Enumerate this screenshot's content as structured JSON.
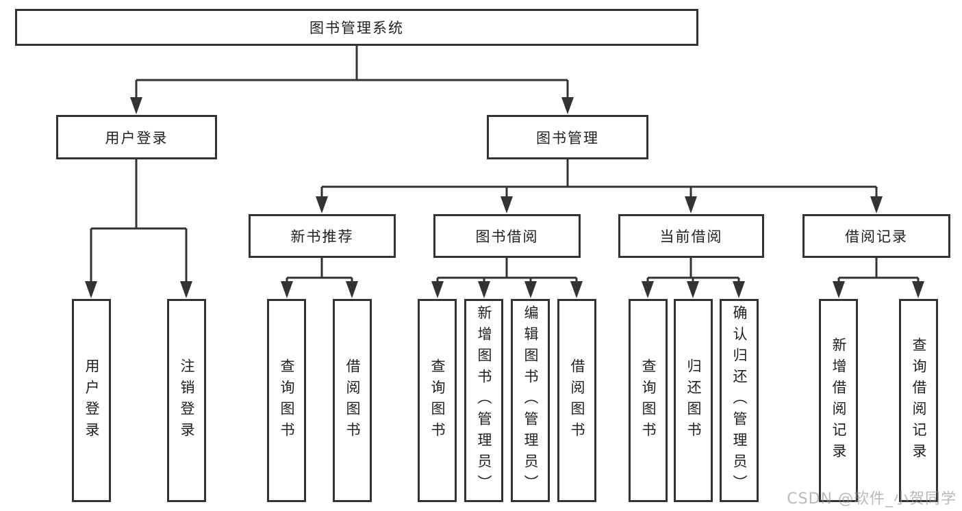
{
  "diagram": {
    "title": "图书管理系统",
    "nodes": {
      "root": {
        "label": "图书管理系统",
        "children": [
          "user_login",
          "book_mgmt"
        ]
      },
      "user_login": {
        "label": "用户登录",
        "children": [
          "user_login_leaf",
          "logout_leaf"
        ]
      },
      "book_mgmt": {
        "label": "图书管理",
        "children": [
          "new_book_rec",
          "book_borrow",
          "current_borrow",
          "borrow_records"
        ]
      },
      "new_book_rec": {
        "label": "新书推荐",
        "children": [
          "nb_query",
          "nb_borrow"
        ]
      },
      "book_borrow": {
        "label": "图书借阅",
        "children": [
          "bb_query",
          "bb_add",
          "bb_edit",
          "bb_borrow"
        ]
      },
      "current_borrow": {
        "label": "当前借阅",
        "children": [
          "cb_query",
          "cb_return",
          "cb_confirm"
        ]
      },
      "borrow_records": {
        "label": "借阅记录",
        "children": [
          "br_add",
          "br_query"
        ]
      },
      "user_login_leaf": {
        "label": "用户登录"
      },
      "logout_leaf": {
        "label": "注销登录"
      },
      "nb_query": {
        "label": "查询图书"
      },
      "nb_borrow": {
        "label": "借阅图书"
      },
      "bb_query": {
        "label": "查询图书"
      },
      "bb_add": {
        "label": "新增图书（管理员）"
      },
      "bb_edit": {
        "label": "编辑图书（管理员）"
      },
      "bb_borrow": {
        "label": "借阅图书"
      },
      "cb_query": {
        "label": "查询图书"
      },
      "cb_return": {
        "label": "归还图书"
      },
      "cb_confirm": {
        "label": "确认归还（管理员）"
      },
      "br_add": {
        "label": "新增借阅记录"
      },
      "br_query": {
        "label": "查询借阅记录"
      }
    },
    "colors": {
      "line": "#333333",
      "text": "#1f1f1f",
      "background": "#ffffff",
      "watermark": "#8c8c8c"
    }
  },
  "watermark": {
    "text": "CSDN @软件_小贺同学"
  }
}
